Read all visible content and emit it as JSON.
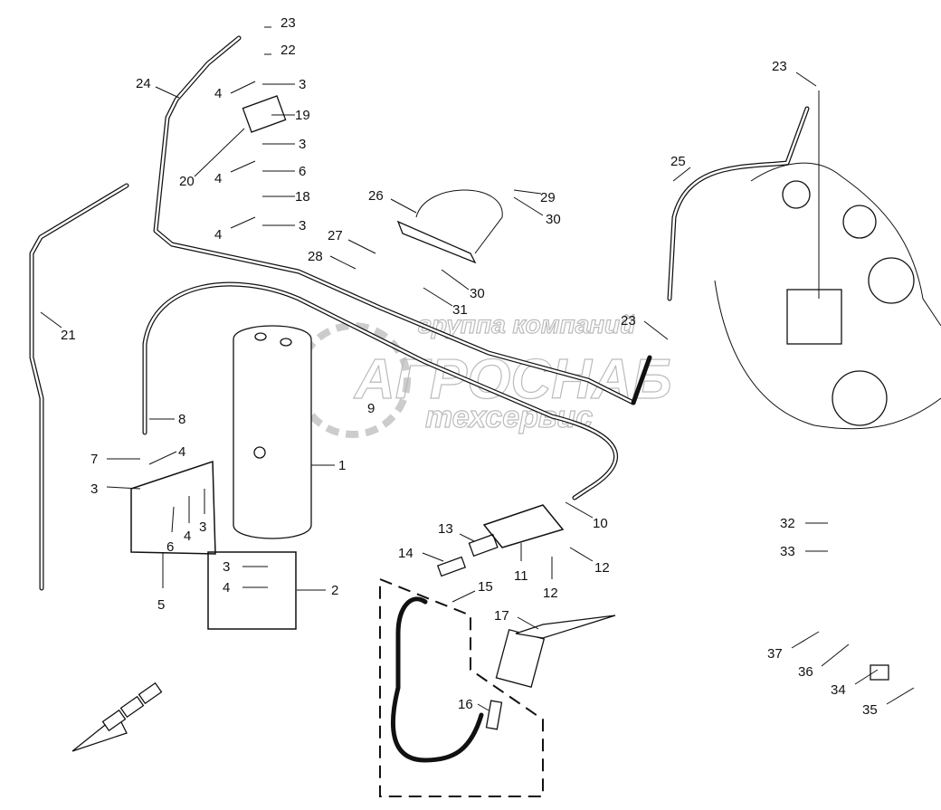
{
  "diagram": {
    "labels": [
      "23",
      "22",
      "4",
      "3",
      "19",
      "3",
      "20",
      "4",
      "6",
      "18",
      "4",
      "3",
      "24",
      "21",
      "26",
      "29",
      "30",
      "27",
      "28",
      "30",
      "31",
      "23",
      "25",
      "23",
      "9",
      "8",
      "7",
      "4",
      "3",
      "1",
      "6",
      "4",
      "3",
      "5",
      "3",
      "4",
      "2",
      "10",
      "13",
      "14",
      "11",
      "12",
      "12",
      "15",
      "17",
      "16",
      "32",
      "33",
      "37",
      "36",
      "34",
      "35"
    ],
    "watermark": {
      "line1": "группа компаний",
      "line2": "АГРОСНАБ",
      "line3": "техсервис"
    },
    "colors": {
      "ink": "#111111",
      "watermark": "#bbbbbb"
    }
  }
}
